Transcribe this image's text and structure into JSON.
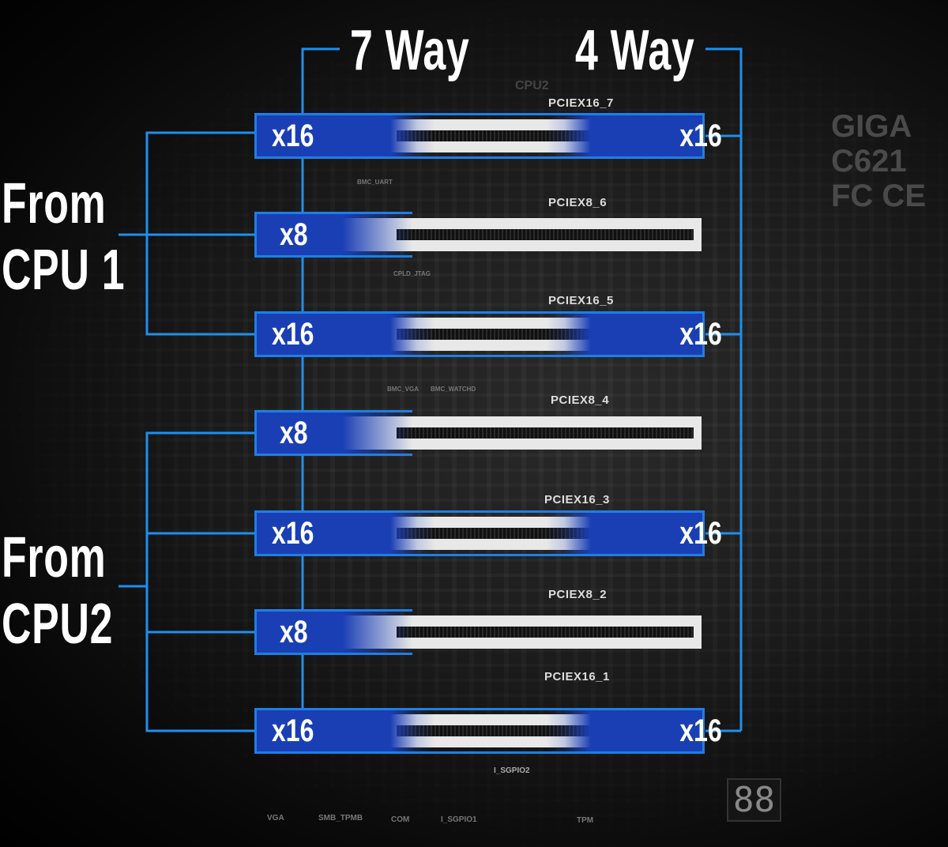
{
  "headers": {
    "seven_way": "7 Way",
    "four_way": "4 Way"
  },
  "cpu_groups": [
    {
      "line1": "From",
      "line2": "CPU 1"
    },
    {
      "line1": "From",
      "line2": "CPU2"
    }
  ],
  "slots": [
    {
      "name": "PCIEX16_7",
      "lanes": "x16",
      "four_way_lanes": "x16"
    },
    {
      "name": "PCIEX8_6",
      "lanes": "x8"
    },
    {
      "name": "PCIEX16_5",
      "lanes": "x16",
      "four_way_lanes": "x16"
    },
    {
      "name": "PCIEX8_4",
      "lanes": "x8"
    },
    {
      "name": "PCIEX16_3",
      "lanes": "x16",
      "four_way_lanes": "x16"
    },
    {
      "name": "PCIEX8_2",
      "lanes": "x8"
    },
    {
      "name": "PCIEX16_1",
      "lanes": "x16",
      "four_way_lanes": "x16"
    }
  ],
  "board_logo": {
    "brand": "GIGA",
    "model": "C621",
    "marks": "FC CE"
  },
  "board_labels": [
    "CPU2",
    "BMC_UART",
    "CPLD_JTAG",
    "BMC_VGA",
    "BMC_WATCHD",
    "VGA",
    "SMB_TPMB",
    "COM",
    "I_SGPIO1",
    "I_SGPIO2",
    "TPM"
  ],
  "debug_display": "88",
  "colors": {
    "accent": "#1e7fe6",
    "slot_blue": "#1a3fb5",
    "text": "#ffffff"
  }
}
